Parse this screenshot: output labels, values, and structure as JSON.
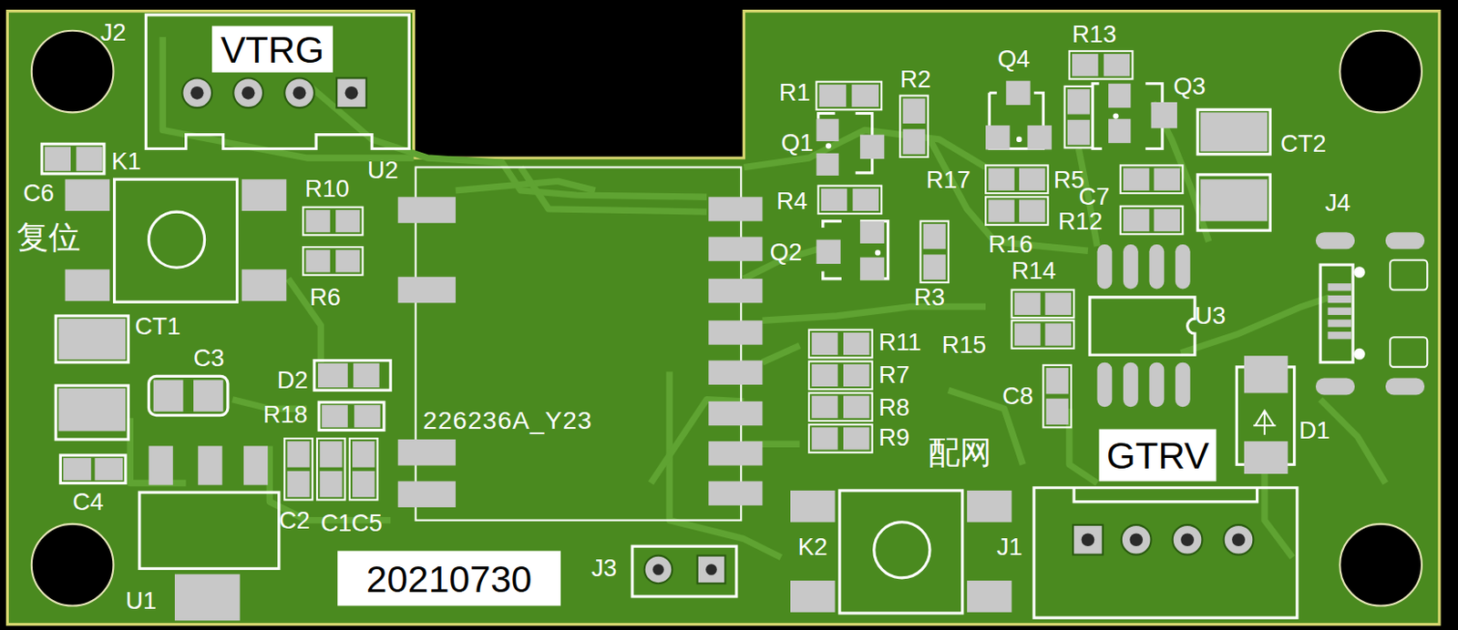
{
  "diagram": {
    "nodes": [
      {
        "text": [
          "VTRG"
        ]
      },
      {
        "text": [
          "GTRV"
        ]
      },
      {
        "text": [
          "20210730"
        ]
      }
    ],
    "labels": [
      "J2",
      "U2",
      "R10",
      "K1",
      "C6",
      "复位",
      "R6",
      "CT1",
      "C3",
      "D2",
      "R18",
      "C4",
      "C2",
      "C1",
      "C5",
      "U1",
      "226236A_Y23",
      "J3",
      "R13",
      "Q4",
      "R1",
      "R2",
      "Q3",
      "Q1",
      "CT2",
      "R17",
      "R5",
      "C7",
      "R4",
      "R12",
      "R16",
      "Q2",
      "J4",
      "R14",
      "R3",
      "U3",
      "R15",
      "R11",
      "R7",
      "R8",
      "R9",
      "C8",
      "配网",
      "D1",
      "K2",
      "J1"
    ]
  }
}
